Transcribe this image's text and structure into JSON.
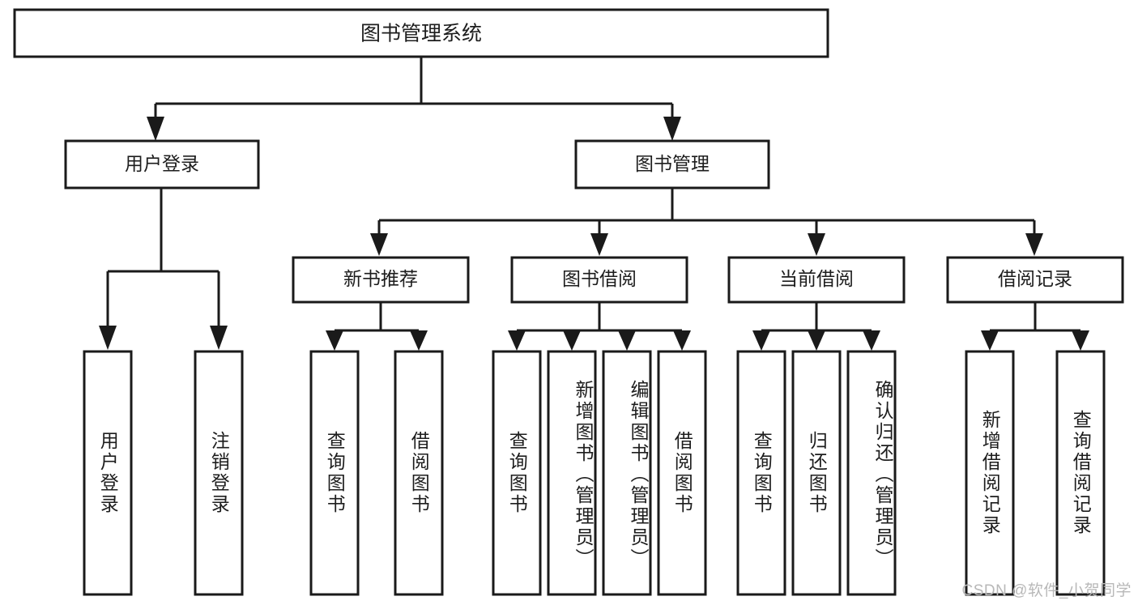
{
  "diagram": {
    "type": "hierarchy-tree",
    "title": "图书管理系统",
    "root": {
      "id": "root",
      "label": "图书管理系统",
      "orientation": "horizontal"
    },
    "level2": [
      {
        "id": "user-login",
        "label": "用户登录",
        "orientation": "horizontal"
      },
      {
        "id": "book-manage",
        "label": "图书管理",
        "orientation": "horizontal"
      }
    ],
    "level3": [
      {
        "id": "new-book-recommend",
        "label": "新书推荐",
        "orientation": "horizontal",
        "parent": "book-manage"
      },
      {
        "id": "book-borrow",
        "label": "图书借阅",
        "orientation": "horizontal",
        "parent": "book-manage"
      },
      {
        "id": "current-borrow",
        "label": "当前借阅",
        "orientation": "horizontal",
        "parent": "book-manage"
      },
      {
        "id": "borrow-record",
        "label": "借阅记录",
        "orientation": "horizontal",
        "parent": "book-manage"
      }
    ],
    "leaves": [
      {
        "id": "leaf-user-login",
        "label": "用户登录",
        "orientation": "vertical",
        "parent": "user-login",
        "align": "middle"
      },
      {
        "id": "leaf-logout-login",
        "label": "注销登录",
        "orientation": "vertical",
        "parent": "user-login",
        "align": "middle"
      },
      {
        "id": "leaf-query-book-1",
        "label": "查询图书",
        "orientation": "vertical",
        "parent": "new-book-recommend",
        "align": "middle"
      },
      {
        "id": "leaf-borrow-book-1",
        "label": "借阅图书",
        "orientation": "vertical",
        "parent": "new-book-recommend",
        "align": "middle"
      },
      {
        "id": "leaf-query-book-2",
        "label": "查询图书",
        "orientation": "vertical",
        "parent": "book-borrow",
        "align": "middle"
      },
      {
        "id": "leaf-add-book-admin",
        "label": "新增图书（管理员）",
        "orientation": "vertical",
        "parent": "book-borrow",
        "align": "top"
      },
      {
        "id": "leaf-edit-book-admin",
        "label": "编辑图书（管理员）",
        "orientation": "vertical",
        "parent": "book-borrow",
        "align": "top"
      },
      {
        "id": "leaf-borrow-book-2",
        "label": "借阅图书",
        "orientation": "vertical",
        "parent": "book-borrow",
        "align": "middle"
      },
      {
        "id": "leaf-query-book-3",
        "label": "查询图书",
        "orientation": "vertical",
        "parent": "current-borrow",
        "align": "middle"
      },
      {
        "id": "leaf-return-book",
        "label": "归还图书",
        "orientation": "vertical",
        "parent": "current-borrow",
        "align": "middle"
      },
      {
        "id": "leaf-confirm-return-admin",
        "label": "确认归还（管理员）",
        "orientation": "vertical",
        "parent": "current-borrow",
        "align": "top"
      },
      {
        "id": "leaf-add-borrow-record",
        "label": "新增借阅记录",
        "orientation": "vertical",
        "parent": "borrow-record",
        "align": "middle"
      },
      {
        "id": "leaf-query-borrow-record",
        "label": "查询借阅记录",
        "orientation": "vertical",
        "parent": "borrow-record",
        "align": "middle"
      }
    ],
    "colors": {
      "box_fill": "#ffffff",
      "box_stroke": "#1a1a1a",
      "text": "#1d1d1d",
      "edge": "#1a1a1a",
      "background": "#ffffff",
      "watermark": "#b8b8b8"
    }
  },
  "watermark": {
    "text": "CSDN @软件_小贺同学"
  }
}
